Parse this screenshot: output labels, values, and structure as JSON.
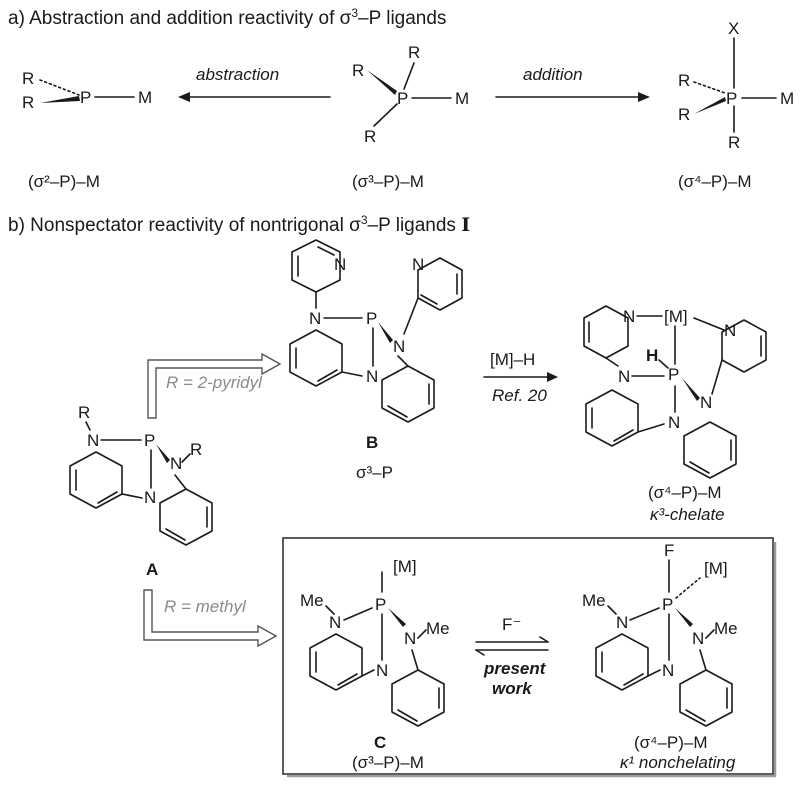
{
  "part_a": {
    "title": "a) Abstraction and addition reactivity of σ",
    "title_sup": "3",
    "title_end": "–P ligands",
    "arrow_left_label": "abstraction",
    "arrow_right_label": "addition",
    "left_label": "(σ²–P)–M",
    "center_label": "(σ³–P)–M",
    "right_label": "(σ⁴–P)–M",
    "atoms": {
      "R": "R",
      "P": "P",
      "M": "M",
      "X": "X"
    }
  },
  "part_b": {
    "title": "b) Nonspectator reactivity of nontrigonal σ",
    "title_sup": "3",
    "title_mid": "–P ligands ",
    "title_bold": "I",
    "compound_A": "A",
    "compound_B": "B",
    "compound_C": "C",
    "route_pyridyl": "R = 2-pyridyl",
    "route_methyl": "R = methyl",
    "reagent_MH": "[M]–H",
    "ref": "Ref. 20",
    "reagent_F": "F⁻",
    "present": "present",
    "work": "work",
    "B_label": "σ³–P",
    "chelate_label": "(σ⁴–P)–M",
    "chelate_desc": "κ³-chelate",
    "C_label": "(σ³–P)–M",
    "nonchelate_label": "(σ⁴–P)–M",
    "nonchelate_desc": "κ¹ nonchelating",
    "atoms": {
      "N": "N",
      "P": "P",
      "R": "R",
      "H": "H",
      "F": "F",
      "Me": "Me",
      "M_bracket": "[M]"
    }
  },
  "colors": {
    "ink": "#1a1a1a",
    "grey_label": "#8a8a8a",
    "box_border": "#333333"
  }
}
